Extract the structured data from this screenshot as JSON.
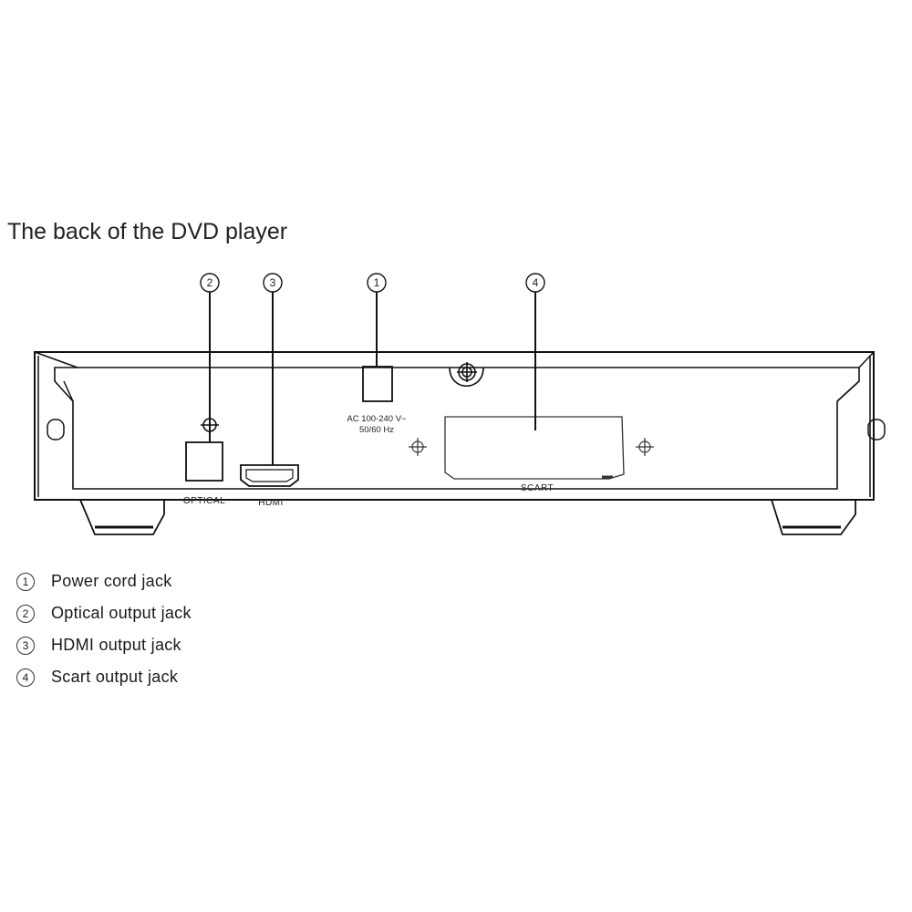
{
  "title": "The back of the DVD player",
  "callouts": {
    "power": "1",
    "optical": "2",
    "hdmi": "3",
    "scart": "4"
  },
  "port_labels": {
    "optical": "OPTICAL",
    "hdmi": "HDMI",
    "power_line1": "AC 100-240 V~",
    "power_line2": "50/60 Hz",
    "scart": "SCART"
  },
  "legend": [
    {
      "num": "1",
      "text": "Power cord jack"
    },
    {
      "num": "2",
      "text": "Optical output jack"
    },
    {
      "num": "3",
      "text": "HDMI output jack"
    },
    {
      "num": "4",
      "text": "Scart output jack"
    }
  ]
}
